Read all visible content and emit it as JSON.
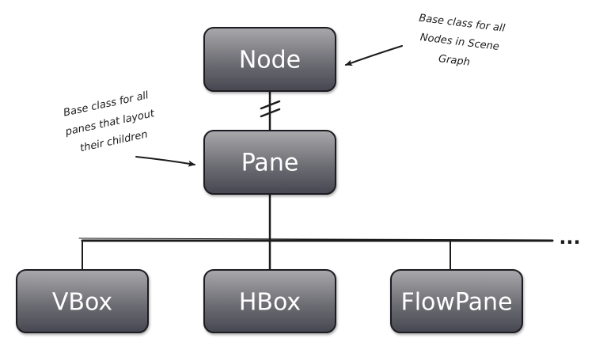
{
  "nodes": {
    "node": {
      "label": "Node"
    },
    "pane": {
      "label": "Pane"
    },
    "vbox": {
      "label": "VBox"
    },
    "hbox": {
      "label": "HBox"
    },
    "flowpane": {
      "label": "FlowPane"
    }
  },
  "annotations": {
    "node_note": {
      "lines": [
        "Base class for all",
        "Nodes in Scene",
        "Graph"
      ]
    },
    "pane_note": {
      "lines": [
        "Base class for all",
        "panes that layout",
        "their children"
      ]
    }
  },
  "continuation": "...",
  "colors": {
    "box_top": "#a6a6a9",
    "box_bottom": "#4a4a52",
    "box_border": "#1e1e22",
    "line": "#1c1c1c",
    "text": "#ffffff"
  }
}
